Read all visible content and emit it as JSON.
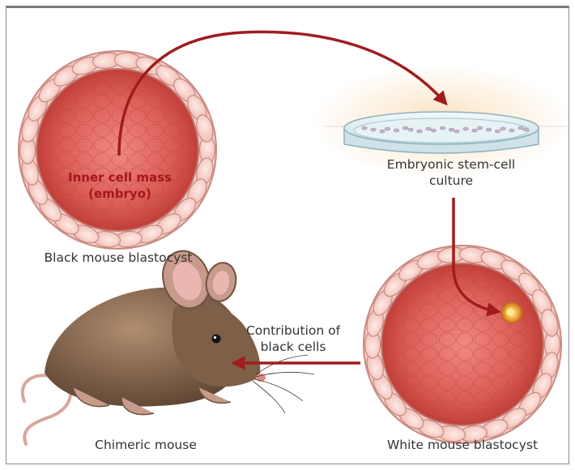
{
  "labels": {
    "inner_cell_mass_line1": "Inner cell mass",
    "inner_cell_mass_line2": "(embryo)",
    "black_blastocyst": "Black mouse blastocyst",
    "es_culture_line1": "Embryonic stem-cell",
    "es_culture_line2": "culture",
    "white_blastocyst": "White mouse blastocyst",
    "contribution_line1": "Contribution of",
    "contribution_line2": "black cells",
    "chimeric_mouse": "Chimeric mouse"
  },
  "colors": {
    "arrow": "#a01c1e",
    "inner_label": "#a6171c",
    "blastocyst_outer": "#f7d2cc",
    "blastocyst_inner": "#d9544f",
    "mouse_fur": "#8a6b52",
    "dish_glass": "#dfeef3"
  },
  "icons": {
    "black_blastocyst": "blastocyst-illustration",
    "white_blastocyst": "blastocyst-illustration",
    "culture_dish": "petri-dish-illustration",
    "mouse": "mouse-illustration",
    "injected_cell": "stem-cell-illustration"
  }
}
